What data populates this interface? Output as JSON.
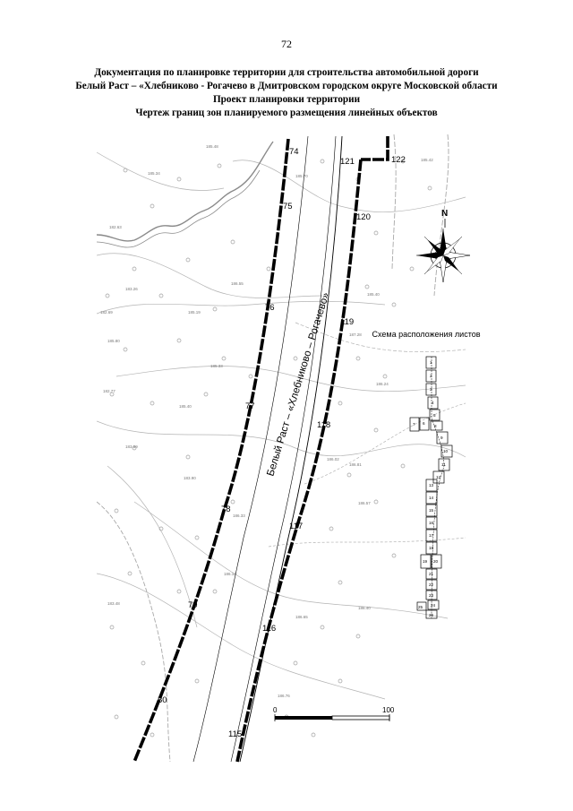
{
  "page_number": "72",
  "title_lines": [
    "Документация по планировке территории для строительства автомобильной дороги",
    "Белый Раст – «Хлебниково - Рогачево в Дмитровском городском округе Московской области",
    "Проект планировки территории",
    "Чертеж границ зон планируемого размещения линейных объектов"
  ],
  "road_label": "Белый Раст – «Хлебниково – Рогачево»",
  "left_boundary_pickets": [
    "74",
    "75",
    "76",
    "77",
    "78",
    "79",
    "80"
  ],
  "right_boundary_pickets": [
    "121",
    "122",
    "120",
    "119",
    "118",
    "117",
    "116",
    "115"
  ],
  "north_symbol": "N",
  "scheme_title": "Схема расположения листов",
  "scheme_sheets": [
    "1",
    "2",
    "3",
    "4",
    "5",
    "6",
    "7",
    "8",
    "9",
    "10",
    "11",
    "12",
    "13",
    "14",
    "15",
    "16",
    "17",
    "18",
    "19",
    "20",
    "21",
    "22",
    "23",
    "24",
    "25",
    "26"
  ],
  "scale_bar": {
    "start": "0",
    "end": "100"
  },
  "colors": {
    "line": "#000000",
    "background": "#ffffff",
    "faint": "#9a9a9a"
  }
}
